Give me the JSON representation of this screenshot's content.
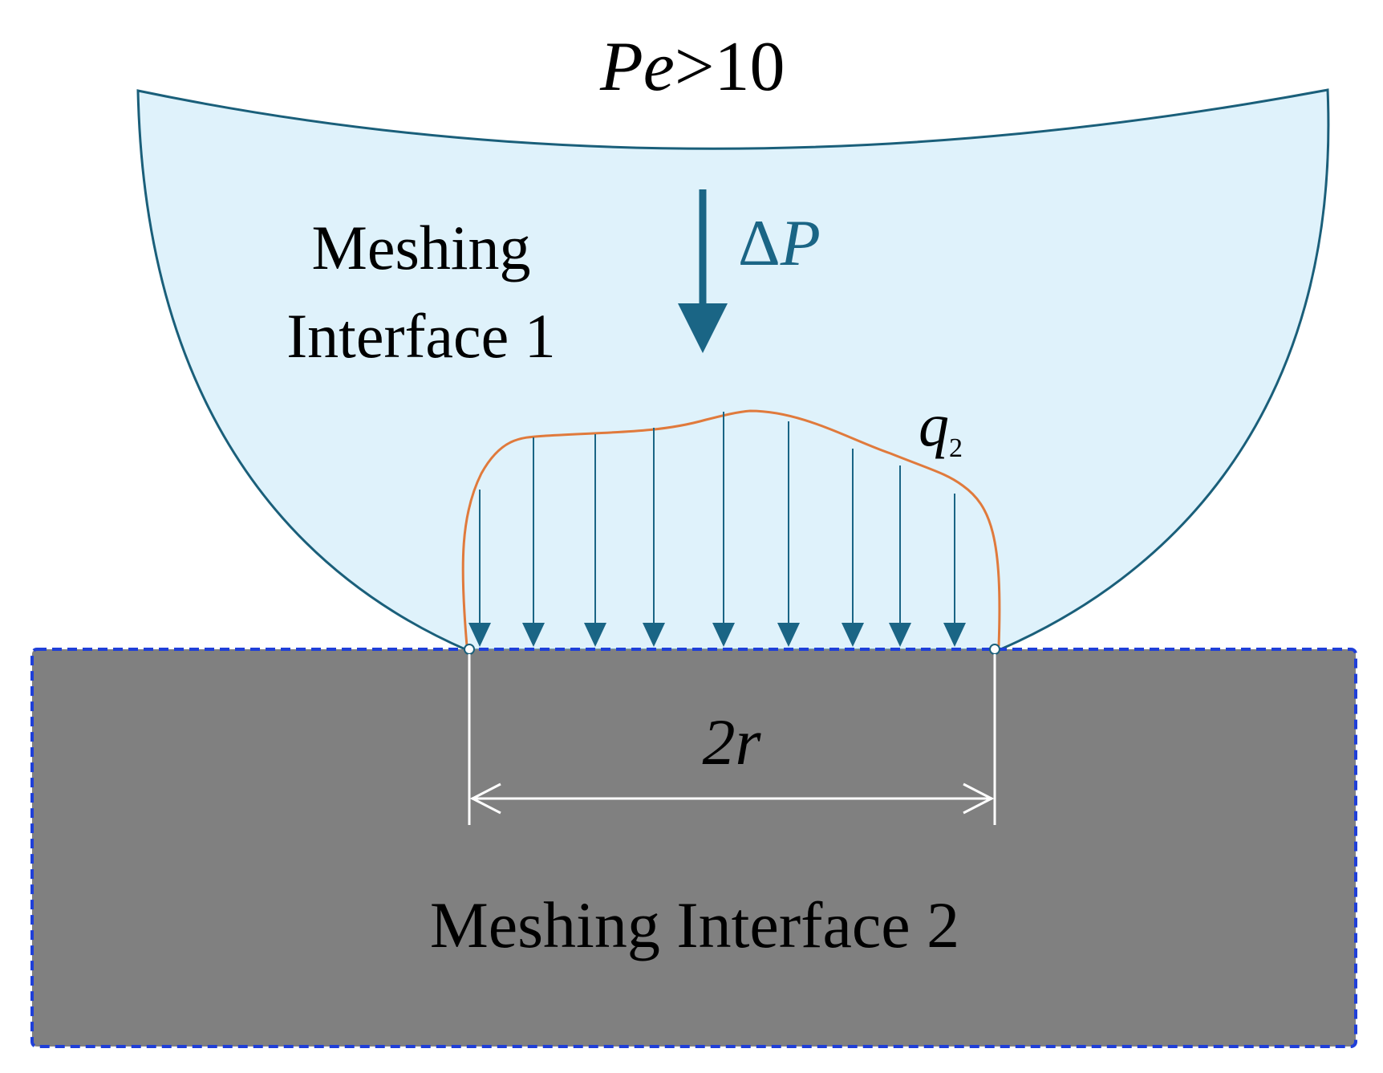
{
  "title": {
    "symbol": "Pe",
    "relation": ">10"
  },
  "upper_body": {
    "label_line1": "Meshing",
    "label_line2": "Interface 1",
    "fill": "#dff2fb",
    "stroke": "#1a5f7a"
  },
  "pressure": {
    "delta": "Δ",
    "symbol": "P",
    "color": "#1a6585"
  },
  "load": {
    "symbol": "q",
    "subscript": "2",
    "curve_color": "#e07a3c",
    "arrow_color": "#1a6585",
    "arrow_count": 9
  },
  "contact": {
    "width_label_number": "2",
    "width_label_symbol": "r",
    "dimension_color": "#ffffff"
  },
  "lower_body": {
    "label": "Meshing Interface 2",
    "fill": "#808080",
    "border_color": "#1f3fd8"
  }
}
